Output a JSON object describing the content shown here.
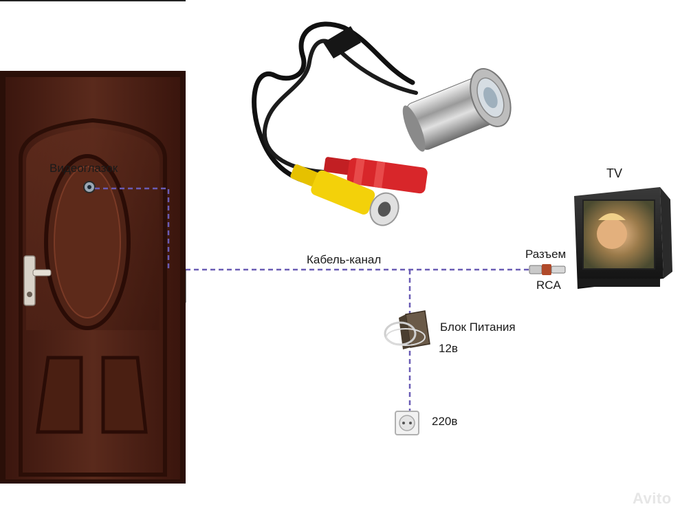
{
  "labels": {
    "peephole": "Видеоглазок",
    "cable_channel": "Кабель-канал",
    "tv": "TV",
    "connector_line1": "Разъем",
    "connector_line2": "RCA",
    "power_line1": "Блок Питания",
    "power_line2": "12в",
    "socket": "220в"
  },
  "watermark": "Avito",
  "colors": {
    "cable": "#6a5cb5",
    "door": "#4a1f14",
    "rca_red": "#d8262a",
    "rca_yellow": "#f3d10a"
  },
  "icons": [
    "door-icon",
    "peephole-camera-icon",
    "tv-icon",
    "rca-plug-icon",
    "power-adapter-icon",
    "wall-socket-icon"
  ]
}
